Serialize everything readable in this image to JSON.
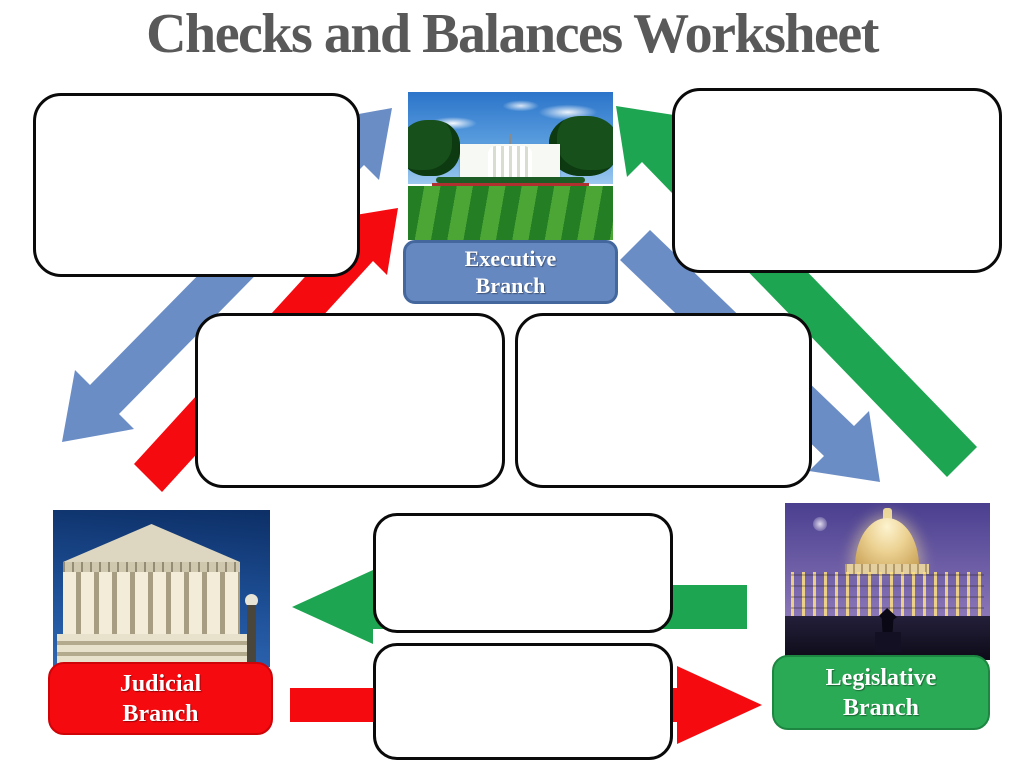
{
  "title": "Checks and Balances Worksheet",
  "colors": {
    "title_gray": "#595959",
    "executive_blue": "#6b8dc6",
    "judicial_red": "#f50a0f",
    "legislative_green": "#1ea551",
    "box_border": "#0a0a0a",
    "executive_label_fill": "#6688c0",
    "executive_label_border": "#44689e",
    "judicial_label_fill": "#f50a0f",
    "legislative_label_fill": "#2baa55"
  },
  "branches": {
    "executive": {
      "label": "Executive Branch",
      "image": "white-house-photo",
      "position": "top-center"
    },
    "judicial": {
      "label": "Judicial Branch",
      "image": "supreme-court-photo",
      "position": "bottom-left"
    },
    "legislative": {
      "label": "Legislative Branch",
      "image": "capitol-photo",
      "position": "bottom-right"
    }
  },
  "answer_boxes": [
    {
      "id": "top-left",
      "value": ""
    },
    {
      "id": "top-right",
      "value": ""
    },
    {
      "id": "middle-left",
      "value": ""
    },
    {
      "id": "middle-right",
      "value": ""
    },
    {
      "id": "bottom-upper",
      "value": ""
    },
    {
      "id": "bottom-lower",
      "value": ""
    }
  ],
  "arrows": [
    {
      "id": "executive-judicial",
      "color": "#6b8dc6",
      "from": "Executive Branch",
      "to": "Judicial Branch",
      "style": "diagonal-double-head"
    },
    {
      "id": "judicial-executive",
      "color": "#f50a0f",
      "from": "Judicial Branch",
      "to": "Executive Branch",
      "style": "diagonal"
    },
    {
      "id": "legislative-executive",
      "color": "#1ea551",
      "from": "Legislative Branch",
      "to": "Executive Branch",
      "style": "diagonal"
    },
    {
      "id": "executive-legislative",
      "color": "#6b8dc6",
      "from": "Executive Branch",
      "to": "Legislative Branch",
      "style": "diagonal"
    },
    {
      "id": "legislative-judicial",
      "color": "#1ea551",
      "from": "Legislative Branch",
      "to": "Judicial Branch",
      "style": "horizontal"
    },
    {
      "id": "judicial-legislative",
      "color": "#f50a0f",
      "from": "Judicial Branch",
      "to": "Legislative Branch",
      "style": "horizontal"
    }
  ]
}
